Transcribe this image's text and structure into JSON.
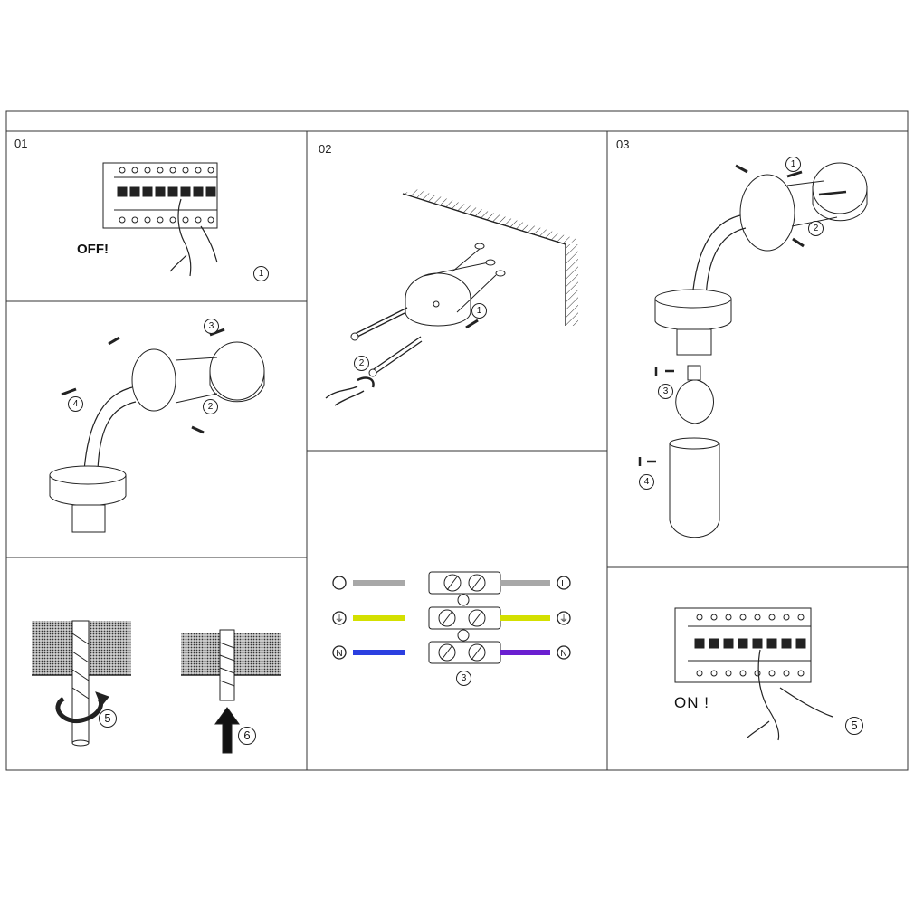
{
  "panels": {
    "p01": {
      "label": "01",
      "off_text": "OFF!",
      "step": "1"
    },
    "p02": {
      "label": "02",
      "step1": "1",
      "step2": "2"
    },
    "p03": {
      "label": "03",
      "step1": "1",
      "step2": "2",
      "step3": "3",
      "step4": "4"
    },
    "p_mount": {
      "step2": "2",
      "step3": "3",
      "step4": "4"
    },
    "p_drill": {
      "step5": "5",
      "step6": "6"
    },
    "p_terminal": {
      "step": "3",
      "wires": [
        {
          "symbol": "L",
          "color_left": "#a8a8a8",
          "color_right": "#a8a8a8"
        },
        {
          "symbol": "⏚",
          "color_left": "#d4e000",
          "color_right": "#d4e000"
        },
        {
          "symbol": "N",
          "color_left": "#2b3fe0",
          "color_right": "#6a1fd0"
        }
      ]
    },
    "p_on": {
      "on_text": "ON !",
      "step": "5"
    }
  },
  "colors": {
    "line": "#222222",
    "border": "#333333"
  }
}
